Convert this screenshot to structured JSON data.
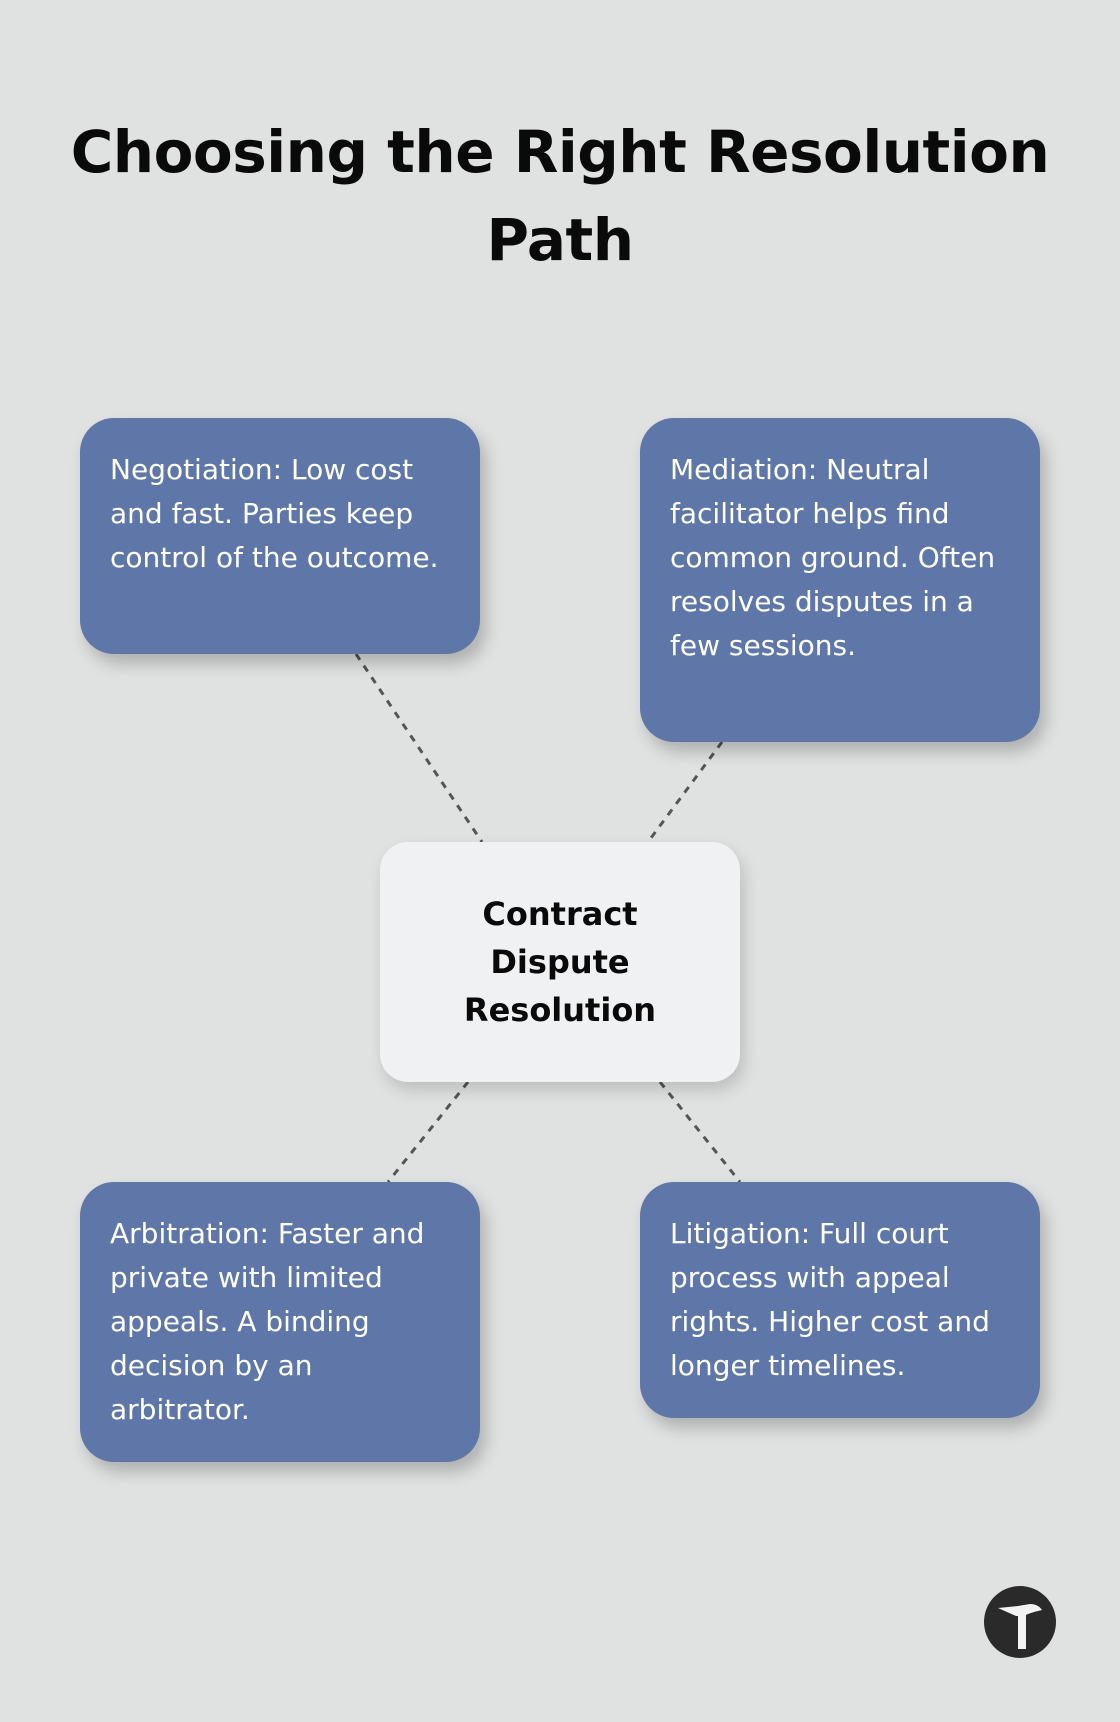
{
  "title": "Choosing the Right Resolution Path",
  "center": {
    "label": "Contract Dispute Resolution"
  },
  "nodes": [
    {
      "id": "negotiation",
      "text": "Negotiation: Low cost and fast. Parties keep control of the outcome."
    },
    {
      "id": "mediation",
      "text": "Mediation: Neutral facilitator helps find common ground. Often resolves disputes in a few sessions."
    },
    {
      "id": "arbitration",
      "text": "Arbitration: Faster and private with limited appeals. A binding decision by an arbitrator."
    },
    {
      "id": "litigation",
      "text": "Litigation: Full court process with appeal rights. Higher cost and longer timelines."
    }
  ],
  "colors": {
    "background": "#e0e2e2",
    "node_fill": "#5e77a8",
    "center_fill": "#f0f1f3",
    "connector": "#555555",
    "text_dark": "#0a0a0a",
    "text_light": "#ffffff"
  },
  "logo": {
    "icon": "hammer-icon"
  }
}
